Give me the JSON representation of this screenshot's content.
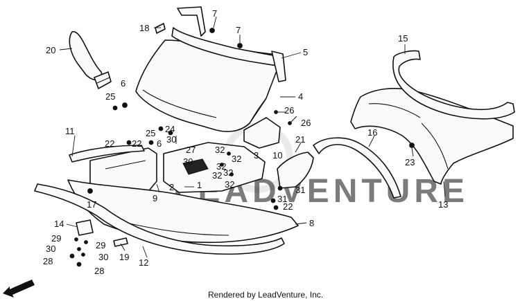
{
  "callouts": {
    "c1": "1",
    "c2": "2",
    "c3": "3",
    "c4": "4",
    "c5": "5",
    "c6a": "6",
    "c6b": "6",
    "c7a": "7",
    "c7b": "7",
    "c8": "8",
    "c9": "9",
    "c10": "10",
    "c11": "11",
    "c12": "12",
    "c13": "13",
    "c14": "14",
    "c15": "15",
    "c16": "16",
    "c17": "17",
    "c18": "18",
    "c19": "19",
    "c20": "20",
    "c21": "21",
    "c22a": "22",
    "c22b": "22",
    "c22c": "22",
    "c23": "23",
    "c24": "24",
    "c25a": "25",
    "c25b": "25",
    "c26a": "26",
    "c26b": "26",
    "c27": "27",
    "c28a": "28",
    "c28b": "28",
    "c29a": "29",
    "c29b": "29",
    "c30a": "30",
    "c30b": "30",
    "c30c": "30",
    "c31a": "31",
    "c31b": "31",
    "c32a": "32",
    "c32b": "32",
    "c32c": "32",
    "c32d": "32",
    "c32e": "32",
    "c32f": "32"
  },
  "watermark": "LEADVENTURE",
  "credit": "Rendered by LeadVenture, Inc.",
  "fwd_label": "FWD"
}
